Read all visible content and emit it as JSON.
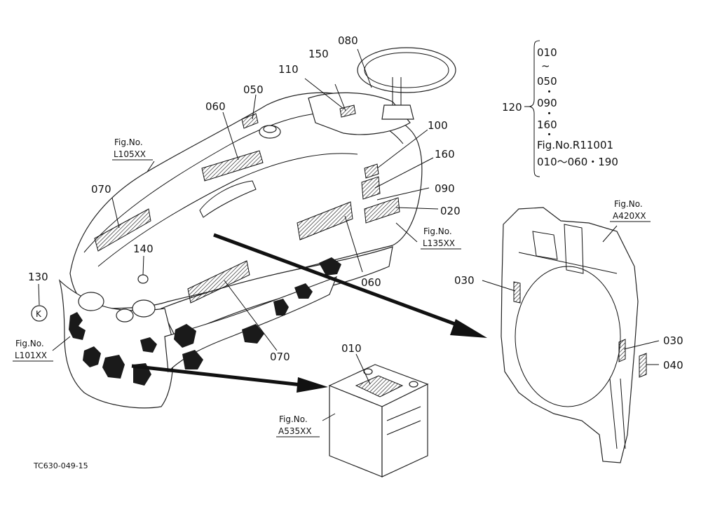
{
  "figure": {
    "drawing_code": "TC630-049-15"
  },
  "callouts": [
    {
      "id": "c080",
      "text": "080"
    },
    {
      "id": "c150",
      "text": "150"
    },
    {
      "id": "c110",
      "text": "110"
    },
    {
      "id": "c050",
      "text": "050"
    },
    {
      "id": "c060a",
      "text": "060"
    },
    {
      "id": "c100",
      "text": "100"
    },
    {
      "id": "c160",
      "text": "160"
    },
    {
      "id": "c090",
      "text": "090"
    },
    {
      "id": "c020",
      "text": "020"
    },
    {
      "id": "c070a",
      "text": "070"
    },
    {
      "id": "c140",
      "text": "140"
    },
    {
      "id": "c130",
      "text": "130"
    },
    {
      "id": "c060b",
      "text": "060"
    },
    {
      "id": "c070b",
      "text": "070"
    },
    {
      "id": "c010",
      "text": "010"
    },
    {
      "id": "c030a",
      "text": "030"
    },
    {
      "id": "c030b",
      "text": "030"
    },
    {
      "id": "c040",
      "text": "040"
    },
    {
      "id": "c120",
      "text": "120"
    }
  ],
  "figrefs": [
    {
      "id": "fL105",
      "line1": "Fig.No.",
      "line2": "L105XX"
    },
    {
      "id": "fL135",
      "line1": "Fig.No.",
      "line2": "L135XX"
    },
    {
      "id": "fL101",
      "line1": "Fig.No.",
      "line2": "L101XX"
    },
    {
      "id": "fA535",
      "line1": "Fig.No.",
      "line2": "A535XX"
    },
    {
      "id": "fA420",
      "line1": "Fig.No.",
      "line2": "A420XX"
    }
  ],
  "group_list": {
    "items": [
      "010",
      "~",
      "050",
      "・",
      "090",
      "・",
      "160",
      "・",
      "Fig.No.R11001",
      "010～060・190"
    ]
  }
}
